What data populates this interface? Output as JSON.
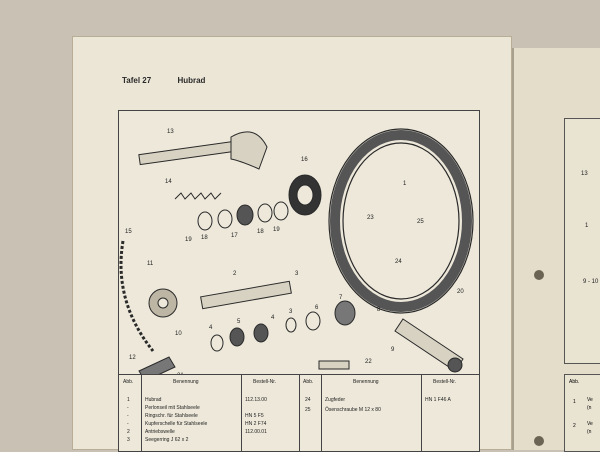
{
  "header": {
    "plate": "Tafel 27",
    "title": "Hubrad"
  },
  "callouts": [
    "13",
    "16",
    "1",
    "14",
    "15",
    "19",
    "18",
    "17",
    "18",
    "19",
    "23",
    "25",
    "11",
    "24",
    "2",
    "3",
    "20",
    "4",
    "5",
    "4",
    "3",
    "6",
    "7",
    "8",
    "9",
    "10",
    "12",
    "21",
    "22"
  ],
  "table_left": {
    "headers": [
      "Abb.",
      "Benennung",
      "Bestell-Nr."
    ],
    "rows": [
      {
        "abb": "1",
        "name": "Hubrad",
        "nr": "112.13.00"
      },
      {
        "abb": "-",
        "name": "Perlonseil mit Stahlseele",
        "nr": ""
      },
      {
        "abb": "-",
        "name": "Ringschr. für Stahlseele",
        "nr": "HN 5 F5"
      },
      {
        "abb": "-",
        "name": "Kupferschelle für Stahlseele",
        "nr": "HN 2 F74"
      },
      {
        "abb": "2",
        "name": "Antriebswelle",
        "nr": "112.00.01"
      },
      {
        "abb": "3",
        "name": "Seegerring J 62 x 2",
        "nr": ""
      }
    ]
  },
  "table_right": {
    "headers": [
      "Abb.",
      "Benennung",
      "Bestell-Nr."
    ],
    "rows": [
      {
        "abb": "24",
        "name": "Zugfeder",
        "nr": "HN 1 F46 A"
      },
      {
        "abb": "25",
        "name": "Ösenschraube M 12 x 80",
        "nr": ""
      }
    ]
  },
  "right_page": {
    "table_headers": [
      "Abb."
    ],
    "table_rows": [
      "1",
      "2"
    ],
    "side_text": [
      "Ve",
      "(n",
      "Ve",
      "(n"
    ],
    "callouts": [
      "13",
      "1",
      "9 - 10"
    ]
  }
}
